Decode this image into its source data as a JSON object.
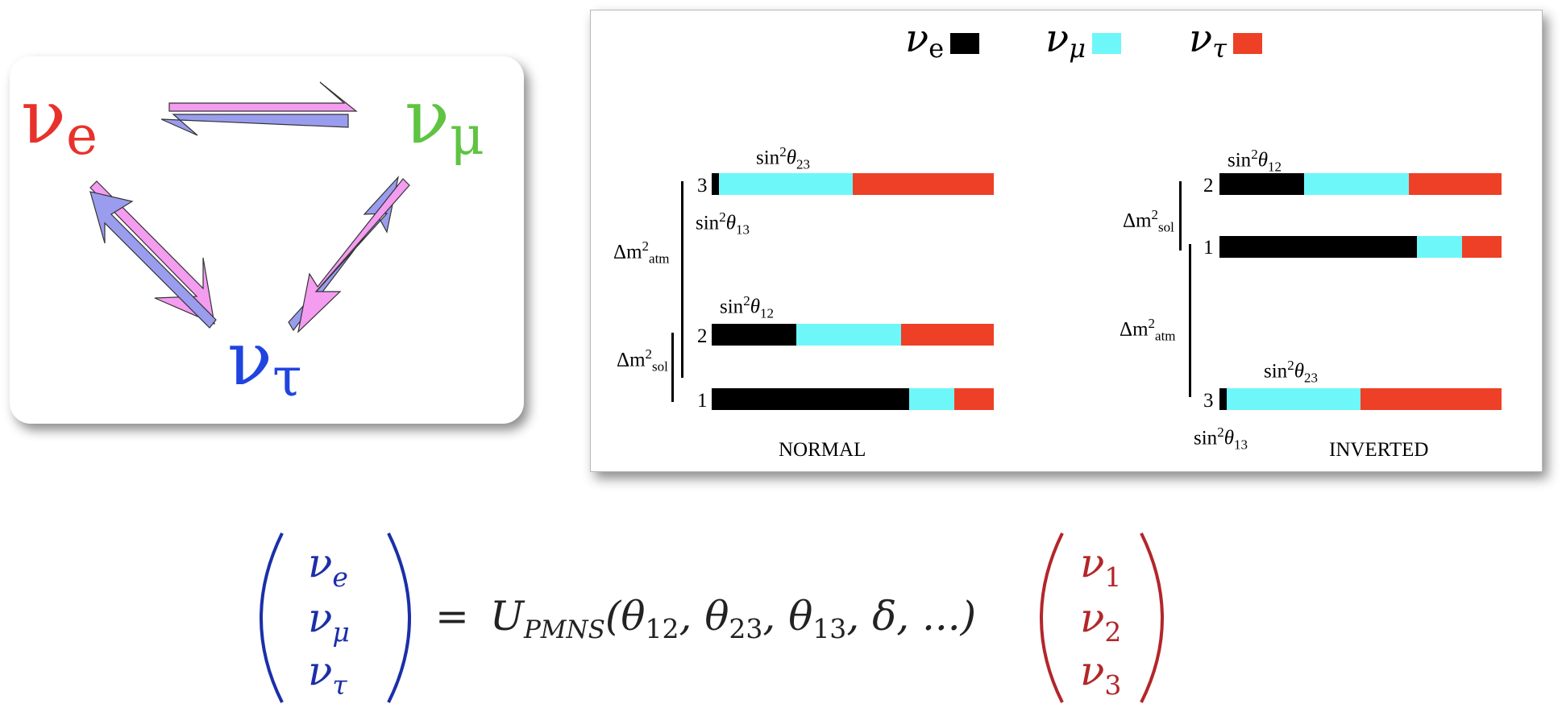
{
  "oscillation": {
    "nu_symbol": "ν",
    "flavors": [
      {
        "sub": "e",
        "color": "#e8312a"
      },
      {
        "sub": "μ",
        "color": "#5ec441"
      },
      {
        "sub": "τ",
        "color": "#1f44e0"
      }
    ],
    "arrow_colors": {
      "pink": "#f49cf0",
      "blue": "#9a9cee"
    }
  },
  "legend": [
    {
      "symbol": "ν",
      "sub": "e",
      "color": "#000000"
    },
    {
      "symbol": "ν",
      "sub": "μ",
      "color": "#6ef7f9"
    },
    {
      "symbol": "ν",
      "sub": "τ",
      "color": "#ee4026"
    }
  ],
  "hierarchy": {
    "normal": {
      "title": "NORMAL",
      "atm_label": {
        "base": "Δm",
        "sup": "2",
        "sub": "atm"
      },
      "sol_label": {
        "base": "Δm",
        "sup": "2",
        "sub": "sol"
      },
      "angles": {
        "t23": {
          "pre": "sin",
          "sup": "2",
          "theta": "θ",
          "sub": "23"
        },
        "t13": {
          "pre": "sin",
          "sup": "2",
          "theta": "θ",
          "sub": "13"
        },
        "t12": {
          "pre": "sin",
          "sup": "2",
          "theta": "θ",
          "sub": "12"
        }
      },
      "levels": [
        {
          "label": "3",
          "fractions": {
            "e": 0.025,
            "mu": 0.475,
            "tau": 0.5
          }
        },
        {
          "label": "2",
          "fractions": {
            "e": 0.3,
            "mu": 0.37,
            "tau": 0.33
          }
        },
        {
          "label": "1",
          "fractions": {
            "e": 0.7,
            "mu": 0.16,
            "tau": 0.14
          }
        }
      ]
    },
    "inverted": {
      "title": "INVERTED",
      "atm_label": {
        "base": "Δm",
        "sup": "2",
        "sub": "atm"
      },
      "sol_label": {
        "base": "Δm",
        "sup": "2",
        "sub": "sol"
      },
      "angles": {
        "t12": {
          "pre": "sin",
          "sup": "2",
          "theta": "θ",
          "sub": "12"
        },
        "t23": {
          "pre": "sin",
          "sup": "2",
          "theta": "θ",
          "sub": "23"
        },
        "t13": {
          "pre": "sin",
          "sup": "2",
          "theta": "θ",
          "sub": "13"
        }
      },
      "levels": [
        {
          "label": "2",
          "fractions": {
            "e": 0.3,
            "mu": 0.37,
            "tau": 0.33
          }
        },
        {
          "label": "1",
          "fractions": {
            "e": 0.7,
            "mu": 0.16,
            "tau": 0.14
          }
        },
        {
          "label": "3",
          "fractions": {
            "e": 0.025,
            "mu": 0.475,
            "tau": 0.5
          }
        }
      ]
    }
  },
  "equation": {
    "left_vector": [
      {
        "symbol": "ν",
        "sub": "e"
      },
      {
        "symbol": "ν",
        "sub": "μ"
      },
      {
        "symbol": "ν",
        "sub": "τ"
      }
    ],
    "left_color": "#1b2fa8",
    "right_vector": [
      {
        "symbol": "ν",
        "sub": "1"
      },
      {
        "symbol": "ν",
        "sub": "2"
      },
      {
        "symbol": "ν",
        "sub": "3"
      }
    ],
    "right_color": "#b3262a",
    "equals": "=",
    "U": "U",
    "U_sub": "PMNS",
    "args": "(θ",
    "args_parts": [
      "12",
      ", θ",
      "23",
      ", θ",
      "13",
      ", δ, ...)"
    ]
  }
}
